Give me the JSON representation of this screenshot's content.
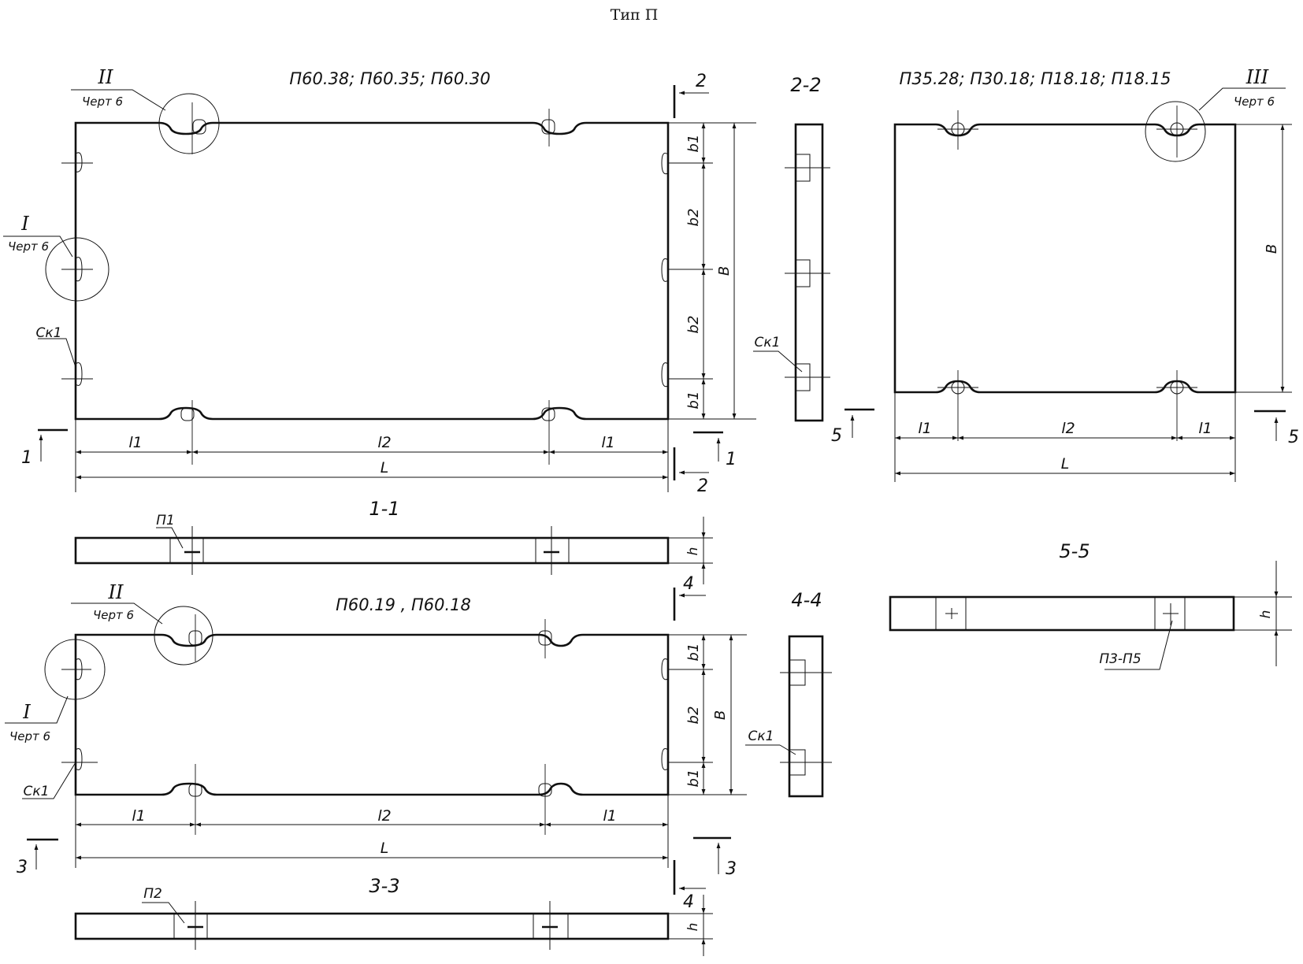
{
  "title": "Тип П",
  "view_a": {
    "marks": "П60.38; П60.35; П60.30",
    "callout_ii": {
      "numeral": "II",
      "ref": "Черт 6"
    },
    "callout_i": {
      "numeral": "I",
      "ref": "Черт 6"
    },
    "sk_label": "Ск1",
    "dims": {
      "l1": "l1",
      "l2": "l2",
      "L": "L",
      "b1": "b1",
      "b2": "b2",
      "B": "B"
    }
  },
  "view_b": {
    "marks": "П60.19 ,  П60.18",
    "callout_ii": {
      "numeral": "II",
      "ref": "Черт 6"
    },
    "callout_i": {
      "numeral": "I",
      "ref": "Черт 6"
    },
    "sk_label": "Ск1",
    "dims": {
      "l1": "l1",
      "l2": "l2",
      "L": "L",
      "b1": "b1",
      "b2": "b2",
      "B": "B"
    }
  },
  "view_c": {
    "marks": "П35.28; П30.18; П18.18; П18.15",
    "callout_iii": {
      "numeral": "III",
      "ref": "Черт 6"
    },
    "dims": {
      "l1": "l1",
      "l2": "l2",
      "L": "L",
      "B": "B"
    }
  },
  "sections": {
    "s11": {
      "title": "1-1",
      "loop": "П1",
      "h": "h"
    },
    "s22": {
      "title": "2-2",
      "sk": "Ск1"
    },
    "s33": {
      "title": "3-3",
      "loop": "П2",
      "h": "h"
    },
    "s44": {
      "title": "4-4",
      "sk": "Ск1"
    },
    "s55": {
      "title": "5-5",
      "loop": "П3-П5",
      "h": "h"
    }
  },
  "cut_marks": {
    "n1": "1",
    "n2": "2",
    "n3": "3",
    "n4": "4",
    "n5": "5"
  }
}
